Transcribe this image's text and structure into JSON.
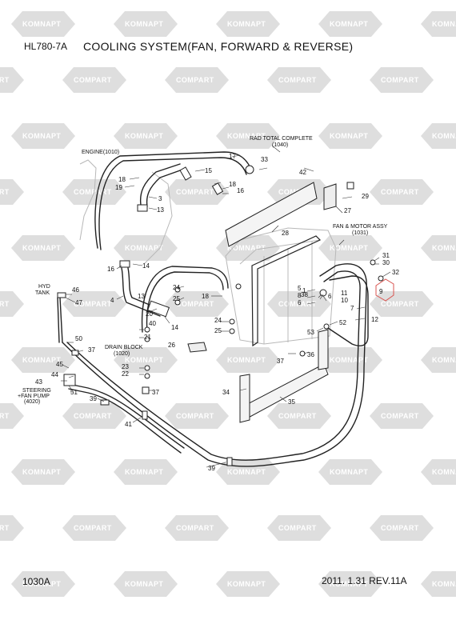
{
  "header": {
    "model_code": "HL780-7A",
    "title": "COOLING SYSTEM(FAN, FORWARD & REVERSE)"
  },
  "footer": {
    "page_number": "1030A",
    "revision": "2011. 1.31  REV.11A"
  },
  "watermark": {
    "text_a": "KOMNAPT",
    "text_b": "COMPART",
    "color": "#d4d4d4"
  },
  "diagram": {
    "assembly_labels": {
      "engine": "ENGINE(1010)",
      "rad_total_complete": "RAD TOTAL COMPLETE",
      "rad_total_complete_code": "(1040)",
      "fan_motor_assy": "FAN & MOTOR ASSY",
      "fan_motor_assy_code": "(1031)",
      "hyd_tank": "HYD",
      "hyd_tank_2": "TANK",
      "drain_block": "DRAIN BLOCK",
      "drain_block_code": "(1020)",
      "steering_pump_1": "STEERING",
      "steering_pump_2": "+FAN PUMP",
      "steering_pump_3": "(4020)"
    },
    "highlight_color": "#d9534f",
    "callouts": [
      "1",
      "3",
      "4",
      "5",
      "6",
      "6",
      "7",
      "8",
      "9",
      "10",
      "11",
      "12",
      "13",
      "13",
      "14",
      "14",
      "15",
      "16",
      "16",
      "17",
      "18",
      "18",
      "18",
      "19",
      "20",
      "21",
      "22",
      "23",
      "24",
      "24",
      "25",
      "25",
      "26",
      "27",
      "28",
      "29",
      "30",
      "31",
      "32",
      "33",
      "34",
      "35",
      "36",
      "37",
      "37",
      "37",
      "38",
      "39",
      "39",
      "40",
      "41",
      "42",
      "43",
      "44",
      "45",
      "46",
      "47",
      "50",
      "51",
      "52",
      "53"
    ]
  }
}
